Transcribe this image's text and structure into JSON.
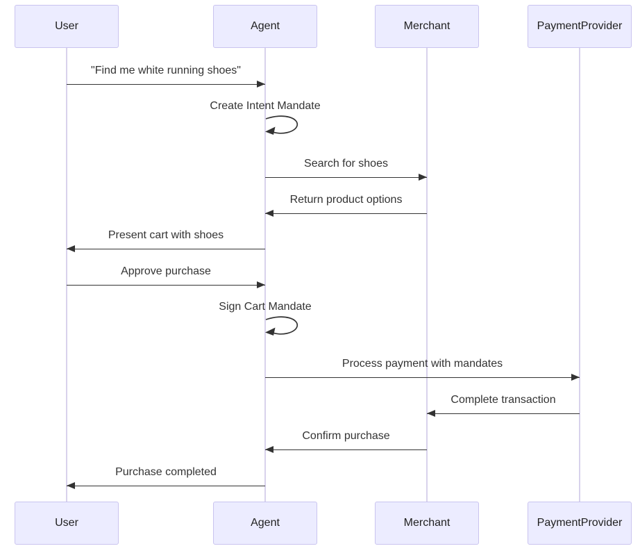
{
  "diagram_type": "sequence",
  "actors": [
    {
      "label": "User"
    },
    {
      "label": "Agent"
    },
    {
      "label": "Merchant"
    },
    {
      "label": "PaymentProvider"
    }
  ],
  "messages": [
    {
      "from": "User",
      "to": "Agent",
      "label": "\"Find me white running shoes\"",
      "style": "solid-arrow"
    },
    {
      "from": "Agent",
      "to": "Agent",
      "label": "Create Intent Mandate",
      "style": "self-loop"
    },
    {
      "from": "Agent",
      "to": "Merchant",
      "label": "Search for shoes",
      "style": "solid-arrow"
    },
    {
      "from": "Merchant",
      "to": "Agent",
      "label": "Return product options",
      "style": "solid-arrow"
    },
    {
      "from": "Agent",
      "to": "User",
      "label": "Present cart with shoes",
      "style": "solid-arrow"
    },
    {
      "from": "User",
      "to": "Agent",
      "label": "Approve purchase",
      "style": "solid-arrow"
    },
    {
      "from": "Agent",
      "to": "Agent",
      "label": "Sign Cart Mandate",
      "style": "self-loop"
    },
    {
      "from": "Agent",
      "to": "PaymentProvider",
      "label": "Process payment with mandates",
      "style": "solid-arrow"
    },
    {
      "from": "PaymentProvider",
      "to": "Merchant",
      "label": "Complete transaction",
      "style": "solid-arrow"
    },
    {
      "from": "Merchant",
      "to": "Agent",
      "label": "Confirm purchase",
      "style": "solid-arrow"
    },
    {
      "from": "Agent",
      "to": "User",
      "label": "Purchase completed",
      "style": "solid-arrow"
    }
  ],
  "colors": {
    "background": "#ffffff",
    "actor_fill": "#ECECFF",
    "actor_border": "#c9c3ef",
    "lifeline": "#d8d2ec",
    "arrow": "#333333",
    "text": "#333333"
  }
}
